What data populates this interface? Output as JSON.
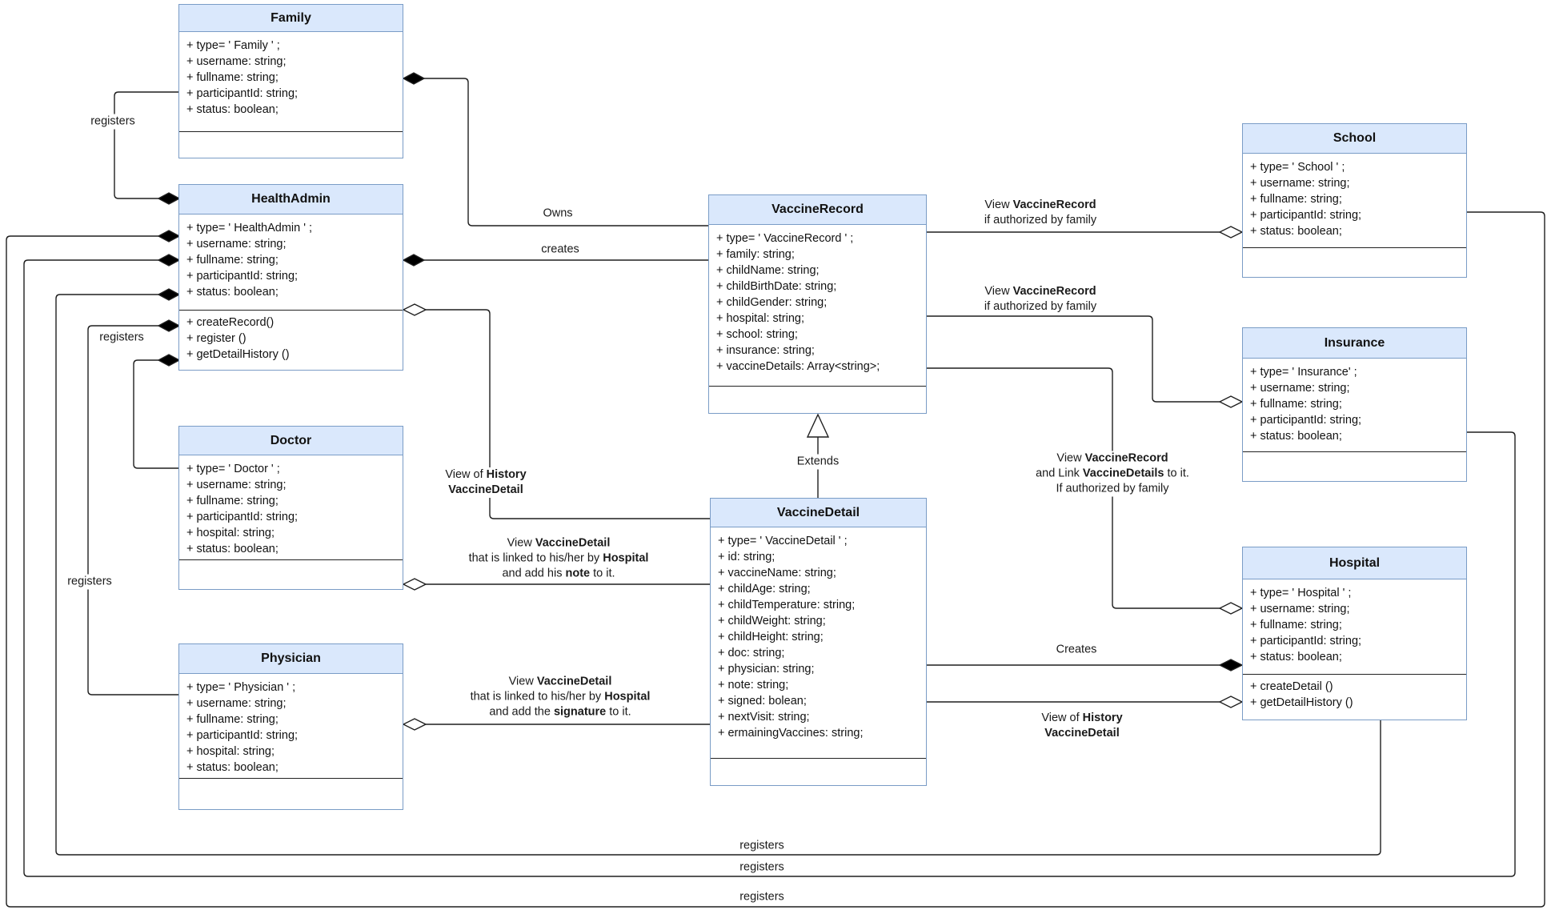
{
  "diagram": {
    "type": "uml-class-diagram",
    "colors": {
      "class_header_fill": "#dae8fc",
      "class_border": "#7a9cc6",
      "connector": "#1f1f1f",
      "background": "#ffffff"
    },
    "classes": [
      {
        "id": "family",
        "title": "Family",
        "attributes": [
          "+ type= ' Family ' ;",
          "+ username: string;",
          "+ fullname: string;",
          "+ participantId: string;",
          "+ status: boolean;"
        ],
        "methods": []
      },
      {
        "id": "healthadmin",
        "title": "HealthAdmin",
        "attributes": [
          "+ type= ' HealthAdmin ' ;",
          "+ username: string;",
          "+ fullname: string;",
          "+ participantId: string;",
          "+ status: boolean;"
        ],
        "methods": [
          "+ createRecord()",
          "+ register ()",
          "+ getDetailHistory ()"
        ]
      },
      {
        "id": "doctor",
        "title": "Doctor",
        "attributes": [
          "+ type= ' Doctor ' ;",
          "+ username: string;",
          "+ fullname: string;",
          "+ participantId: string;",
          "+ hospital: string;",
          "+ status: boolean;"
        ],
        "methods": []
      },
      {
        "id": "physician",
        "title": "Physician",
        "attributes": [
          "+ type= ' Physician ' ;",
          "+ username: string;",
          "+ fullname: string;",
          "+ participantId: string;",
          "+ hospital: string;",
          "+ status: boolean;"
        ],
        "methods": []
      },
      {
        "id": "vaccinerecord",
        "title": "VaccineRecord",
        "attributes": [
          "+ type= ' VaccineRecord ' ;",
          "+ family: string;",
          "+ childName: string;",
          "+ childBirthDate: string;",
          "+ childGender: string;",
          "+ hospital: string;",
          "+ school: string;",
          "+ insurance: string;",
          "+ vaccineDetails: Array<string>;"
        ],
        "methods": []
      },
      {
        "id": "vaccinedetail",
        "title": "VaccineDetail",
        "attributes": [
          "+ type= ' VaccineDetail ' ;",
          "+ id: string;",
          "+ vaccineName: string;",
          "+ childAge: string;",
          "+ childTemperature: string;",
          "+ childWeight: string;",
          "+ childHeight: string;",
          "+ doc: string;",
          "+ physician: string;",
          "+ note: string;",
          "+ signed: bolean;",
          "+ nextVisit: string;",
          "+ ermainingVaccines: string;"
        ],
        "methods": []
      },
      {
        "id": "school",
        "title": "School",
        "attributes": [
          "+ type= ' School ' ;",
          "+ username: string;",
          "+ fullname: string;",
          "+ participantId: string;",
          "+ status: boolean;"
        ],
        "methods": []
      },
      {
        "id": "insurance",
        "title": "Insurance",
        "attributes": [
          "+ type= ' Insurance' ;",
          "+ username: string;",
          "+ fullname: string;",
          "+ participantId: string;",
          "+ status: boolean;"
        ],
        "methods": []
      },
      {
        "id": "hospital",
        "title": "Hospital",
        "attributes": [
          "+ type= ' Hospital ' ;",
          "+ username: string;",
          "+ fullname: string;",
          "+ participantId: string;",
          "+ status: boolean;"
        ],
        "methods": [
          "+ createDetail ()",
          "+ getDetailHistory ()"
        ]
      }
    ],
    "edge_labels": [
      {
        "id": "registers-family",
        "lines": [
          [
            [
              "registers",
              0
            ]
          ]
        ]
      },
      {
        "id": "registers-doctor",
        "lines": [
          [
            [
              "registers",
              0
            ]
          ]
        ]
      },
      {
        "id": "registers-physician",
        "lines": [
          [
            [
              "registers",
              0
            ]
          ]
        ]
      },
      {
        "id": "owns",
        "lines": [
          [
            [
              "Owns",
              0
            ]
          ]
        ]
      },
      {
        "id": "creates",
        "lines": [
          [
            [
              "creates",
              0
            ]
          ]
        ]
      },
      {
        "id": "view-history-admin",
        "lines": [
          [
            [
              "View of ",
              0
            ],
            [
              "History",
              1
            ]
          ],
          [
            [
              "VaccineDetail",
              1
            ]
          ]
        ]
      },
      {
        "id": "doctor-view",
        "lines": [
          [
            [
              "View ",
              0
            ],
            [
              "VaccineDetail",
              1
            ]
          ],
          [
            [
              "that is linked to his/her by ",
              0
            ],
            [
              "Hospital",
              1
            ]
          ],
          [
            [
              "and add his ",
              0
            ],
            [
              "note",
              1
            ],
            [
              " to it.",
              0
            ]
          ]
        ]
      },
      {
        "id": "physician-view",
        "lines": [
          [
            [
              "View ",
              0
            ],
            [
              "VaccineDetail",
              1
            ]
          ],
          [
            [
              "that is linked to his/her by ",
              0
            ],
            [
              "Hospital",
              1
            ]
          ],
          [
            [
              "and add the ",
              0
            ],
            [
              "signature",
              1
            ],
            [
              " to it.",
              0
            ]
          ]
        ]
      },
      {
        "id": "vr-school",
        "lines": [
          [
            [
              "View ",
              0
            ],
            [
              "VaccineRecord",
              1
            ]
          ],
          [
            [
              "if authorized by family",
              0
            ]
          ]
        ]
      },
      {
        "id": "vr-insurance",
        "lines": [
          [
            [
              "View ",
              0
            ],
            [
              "VaccineRecord",
              1
            ]
          ],
          [
            [
              "if authorized by family",
              0
            ]
          ]
        ]
      },
      {
        "id": "vr-hospital",
        "lines": [
          [
            [
              "View ",
              0
            ],
            [
              "VaccineRecord",
              1
            ]
          ],
          [
            [
              "and Link ",
              0
            ],
            [
              "VaccineDetails",
              1
            ],
            [
              " to it.",
              0
            ]
          ],
          [
            [
              "If authorized by family",
              0
            ]
          ]
        ]
      },
      {
        "id": "extends",
        "lines": [
          [
            [
              "Extends",
              0
            ]
          ]
        ]
      },
      {
        "id": "hospital-creates",
        "lines": [
          [
            [
              "Creates",
              0
            ]
          ]
        ]
      },
      {
        "id": "hospital-view-history",
        "lines": [
          [
            [
              "View of ",
              0
            ],
            [
              "History",
              1
            ]
          ],
          [
            [
              "VaccineDetail",
              1
            ]
          ]
        ]
      },
      {
        "id": "registers-bottom-hospital",
        "lines": [
          [
            [
              "registers",
              0
            ]
          ]
        ]
      },
      {
        "id": "registers-bottom-insurance",
        "lines": [
          [
            [
              "registers",
              0
            ]
          ]
        ]
      },
      {
        "id": "registers-bottom-school",
        "lines": [
          [
            [
              "registers",
              0
            ]
          ]
        ]
      }
    ]
  }
}
